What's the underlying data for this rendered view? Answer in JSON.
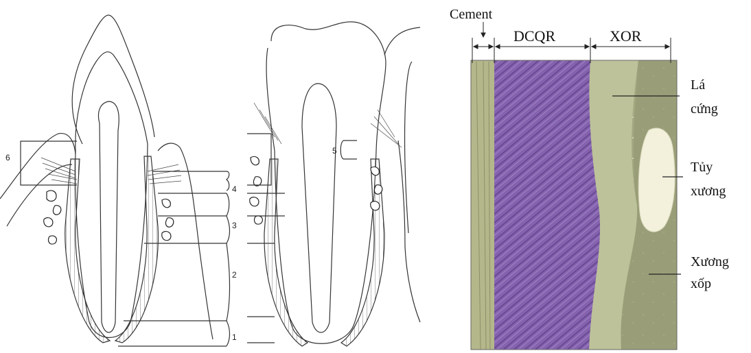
{
  "left_diagram": {
    "zone_labels": [
      "1",
      "2",
      "3",
      "4",
      "5",
      "6"
    ]
  },
  "right_panel": {
    "header_labels": {
      "cement": "Cement",
      "pdl": "DCQR",
      "bone": "XOR"
    },
    "annotations": [
      {
        "line1": "Lá",
        "line2": "cứng"
      },
      {
        "line1": "Tủy",
        "line2": "xương"
      },
      {
        "line1": "Xương",
        "line2": "xốp"
      }
    ],
    "colors": {
      "ligament": "#8a66b2",
      "bone": "#a5a982",
      "cement": "#b6b98c",
      "marrow": "#f4f2dd"
    }
  }
}
